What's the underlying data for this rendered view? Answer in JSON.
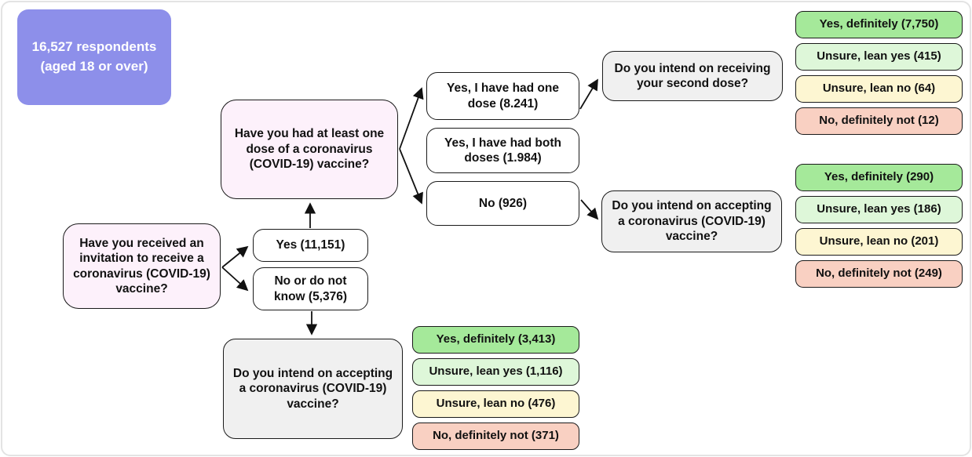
{
  "title_box": "16,527 respondents (aged 18 or over)",
  "questions": {
    "invitation": "Have you received an invitation to receive a coronavirus (COVID-19) vaccine?",
    "had_one_dose": "Have you had at least one dose of a coronavirus (COVID-19) vaccine?",
    "second_dose_intent": "Do you intend on receiving your second dose?",
    "accept_intent_unvaccinated": "Do you intend on accepting a coronavirus (COVID-19) vaccine?",
    "accept_intent_uninvited": "Do you intend on accepting a coronavirus (COVID-19) vaccine?"
  },
  "answers": {
    "invitation_yes": "Yes (11,151)",
    "invitation_no": "No or do not know (5,376)",
    "one_dose": "Yes, I have had one dose (8.241)",
    "both_doses": "Yes, I have had both doses (1.984)",
    "no_dose": "No (926)"
  },
  "outcomes": {
    "second_dose": [
      "Yes, definitely (7,750)",
      "Unsure, lean yes (415)",
      "Unsure, lean no (64)",
      "No, definitely not (12)"
    ],
    "unvaccinated": [
      "Yes, definitely (290)",
      "Unsure, lean yes (186)",
      "Unsure, lean no (201)",
      "No, definitely not (249)"
    ],
    "uninvited": [
      "Yes, definitely (3,413)",
      "Unsure, lean yes (1,116)",
      "Unsure, lean no (476)",
      "No, definitely not (371)"
    ]
  },
  "colors": {
    "purple": "#8d8fea",
    "pink": "#fdf1fb",
    "gray": "#f0f0f0",
    "white": "#ffffff",
    "green": "#a5e99a",
    "light_green": "#def7d9",
    "yellow": "#fdf6d2",
    "salmon": "#f9d0c2",
    "line": "#111111"
  }
}
